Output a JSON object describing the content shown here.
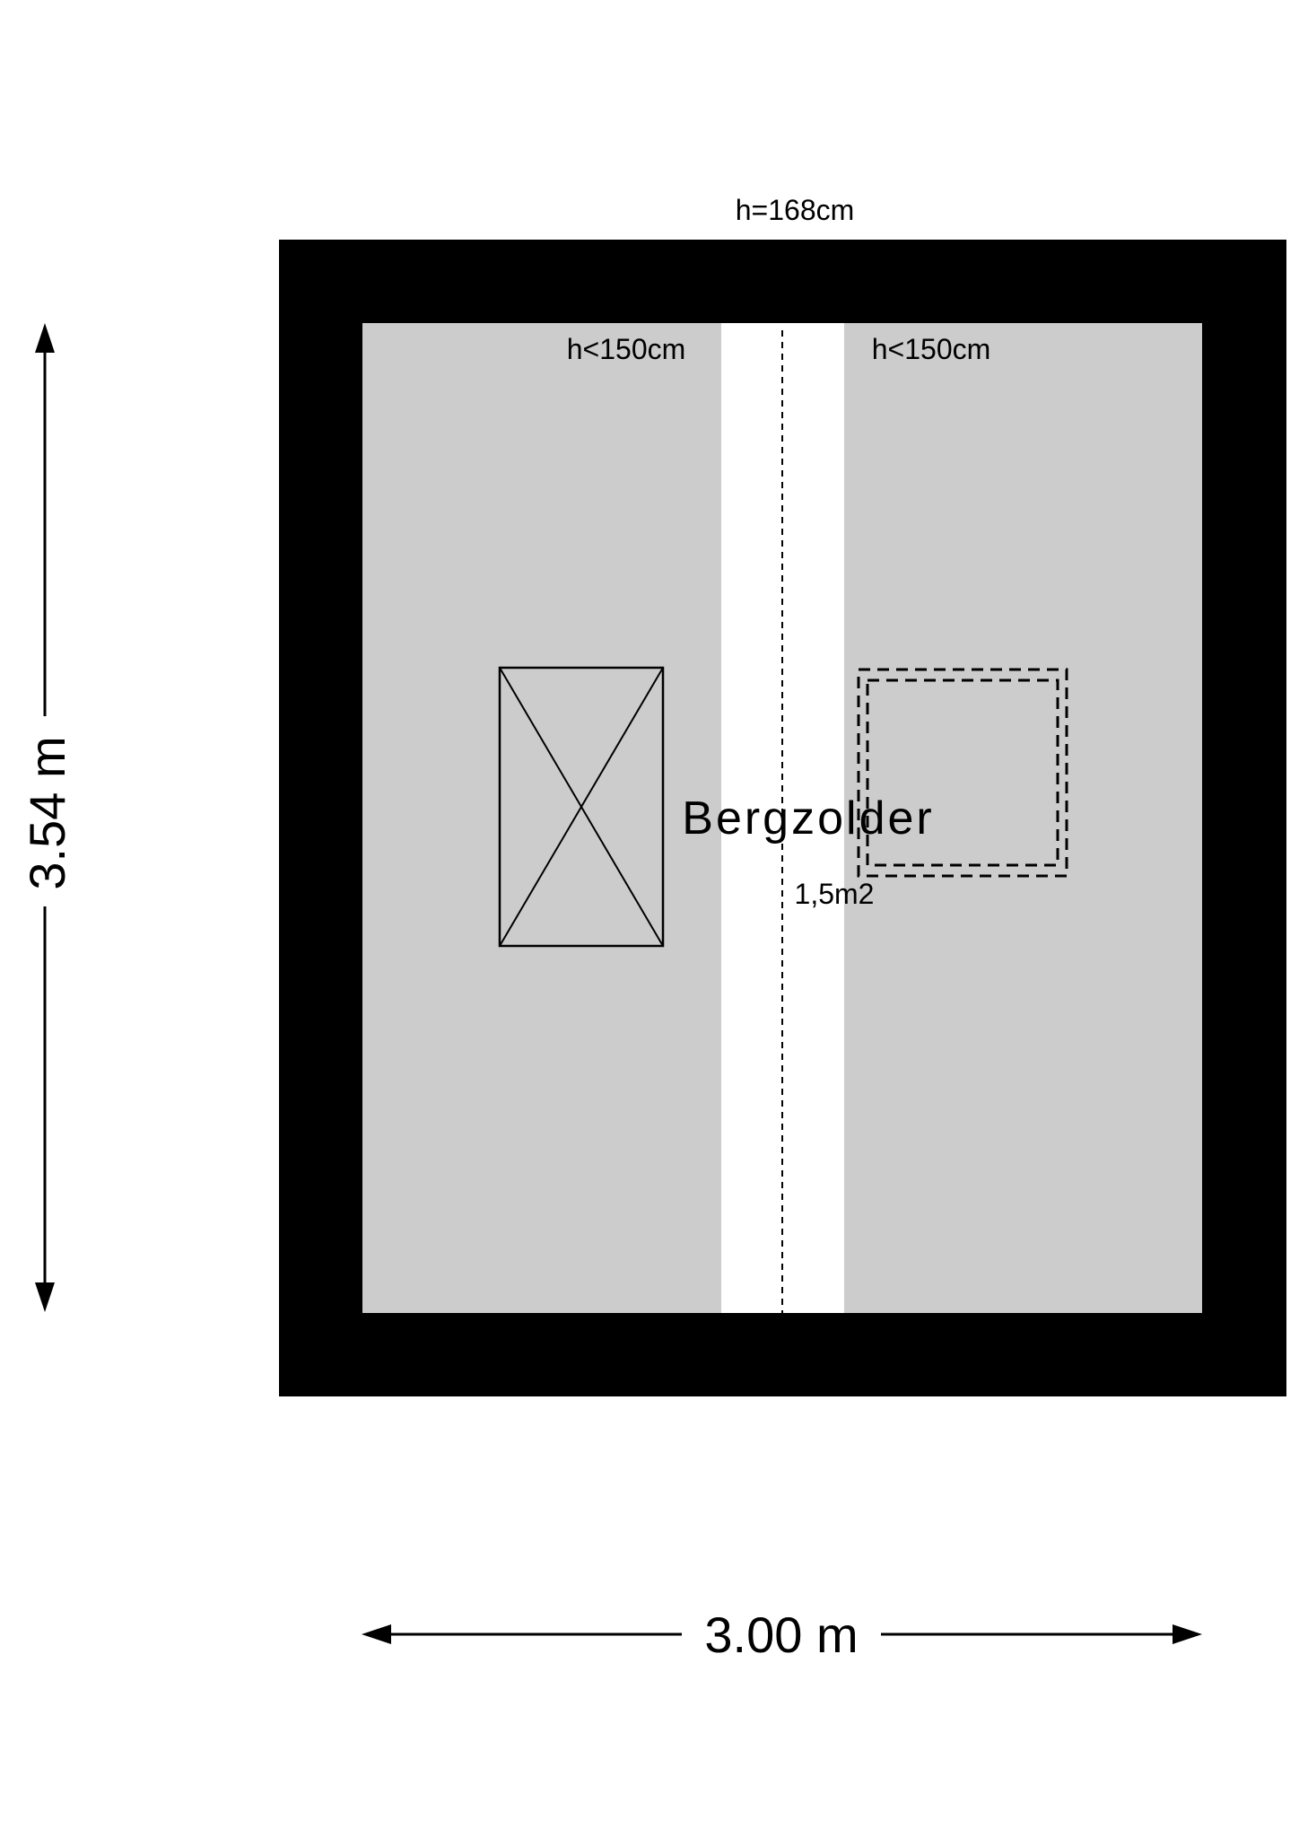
{
  "floorplan": {
    "room_name": "Bergzolder",
    "room_area": "1,5m2",
    "ridge_height": "h=168cm",
    "eave_height_left": "h<150cm",
    "eave_height_right": "h<150cm",
    "width_dimension": "3.00 m",
    "depth_dimension": "3.54 m"
  },
  "colors": {
    "wall": "#000000",
    "low_ceiling_area": "#cccccc",
    "full_height_area": "#ffffff",
    "lines": "#000000"
  },
  "symbols": {
    "stair_opening": "crossed-rectangle",
    "skylight": "dashed-double-rectangle"
  }
}
